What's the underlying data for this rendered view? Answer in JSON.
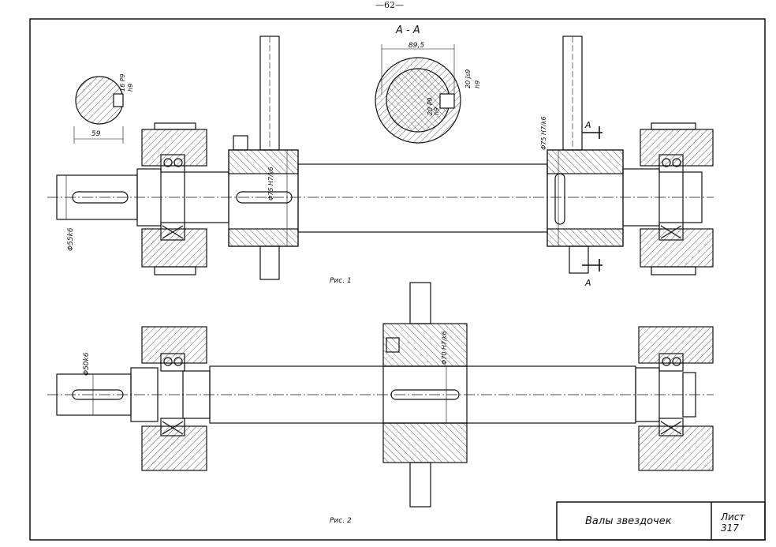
{
  "page_number": "—62—",
  "section_label": "А - А",
  "figure_labels": {
    "fig1": "Рис. 1",
    "fig2": "Рис. 2"
  },
  "dimensions": {
    "key_width": "16 P9",
    "key_fit": "h9",
    "shaft_key_depth": "59",
    "section_width": "89,5",
    "section_fit_a": "20 P9",
    "section_fit_a2": "h9",
    "section_fit_b": "20 Js9",
    "section_fit_b2": "h9",
    "dia_left_end": "Φ55k6",
    "dia_hub_left": "Φ75 H7/k6",
    "dia_hub_right": "Φ75 H7/k6",
    "dia_fig2_end": "Φ50k6",
    "dia_fig2_hub": "Φ70 H7/k6"
  },
  "cut_labels": {
    "top": "А",
    "bottom": "А"
  },
  "title_block": {
    "title": "Валы звездочек",
    "sheet_label": "Лист",
    "sheet_number": "317"
  }
}
